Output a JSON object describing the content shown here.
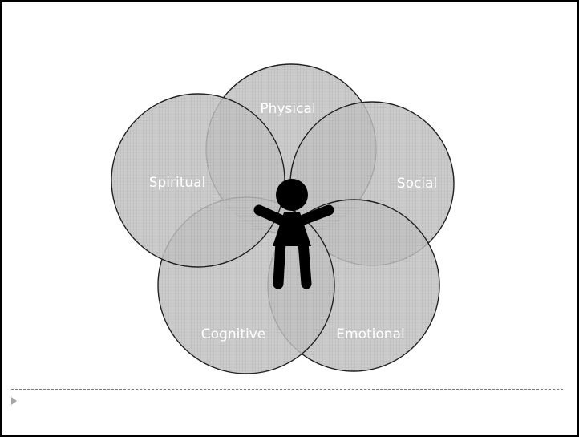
{
  "diagram": {
    "type": "venn",
    "sets": [
      {
        "label": "Physical"
      },
      {
        "label": "Social"
      },
      {
        "label": "Emotional"
      },
      {
        "label": "Cognitive"
      },
      {
        "label": "Spiritual"
      }
    ],
    "center_icon": "child-figure-icon",
    "colors": {
      "fill": "#b8b8b8",
      "stroke": "#222222",
      "label": "#ffffff",
      "figure": "#000000"
    }
  },
  "footer": {
    "icon": "triangle-bullet-icon"
  }
}
